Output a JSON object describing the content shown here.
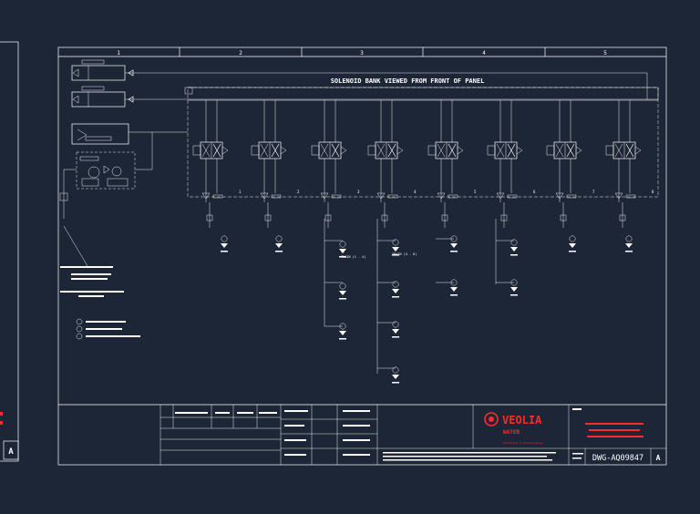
{
  "drawing": {
    "title": "SOLENOID BANK VIEWED FROM FRONT OF PANEL",
    "zone_numbers": [
      "1",
      "2",
      "3",
      "4",
      "5"
    ],
    "revision_letter": "A",
    "left_revision_letter": "A",
    "colors": {
      "background": "#1d2636",
      "lines": "#ffffff",
      "brand_red": "#ff2a2a"
    }
  },
  "schematic": {
    "valve_numbers": [
      "1",
      "2",
      "3",
      "4",
      "5",
      "6",
      "7",
      "8"
    ],
    "branch_labels": [
      "TRAIN (1 - 4)",
      "TRAIN (4 - 8)"
    ]
  },
  "title_block": {
    "company": "VEOLIA",
    "division": "WATER",
    "tagline": "Solutions & Technologies",
    "drawing_number": "DWG-AQ09847",
    "revision": "A",
    "logo_icon": "veolia-logo-icon"
  }
}
